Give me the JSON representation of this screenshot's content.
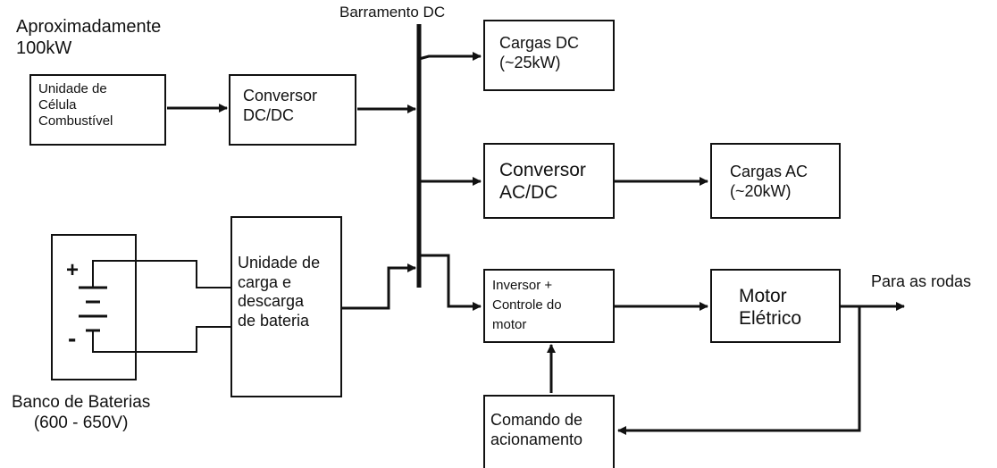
{
  "labels": {
    "approx": "Aproximadamente\n100kW",
    "bus": "Barramento DC",
    "wheels": "Para as rodas",
    "battery_bank": "Banco de Baterias\n(600 - 650V)"
  },
  "blocks": {
    "fuel_cell": "Unidade de\nCélula\nCombustível",
    "dcdc": "Conversor\nDC/DC",
    "dc_loads": "Cargas DC\n(~25kW)",
    "acdc": "Conversor\nAC/DC",
    "ac_loads": "Cargas AC\n(~20kW)",
    "charge_unit": "Unidade de\ncarga e\ndescarga\nde bateria",
    "inverter": "Inversor +\nControle do\nmotor",
    "motor": "Motor\nElétrico",
    "command": "Comando de\nacionamento"
  },
  "battery_symbols": {
    "plus": "+",
    "minus": "-"
  },
  "colors": {
    "line": "#111111",
    "background": "#ffffff"
  }
}
